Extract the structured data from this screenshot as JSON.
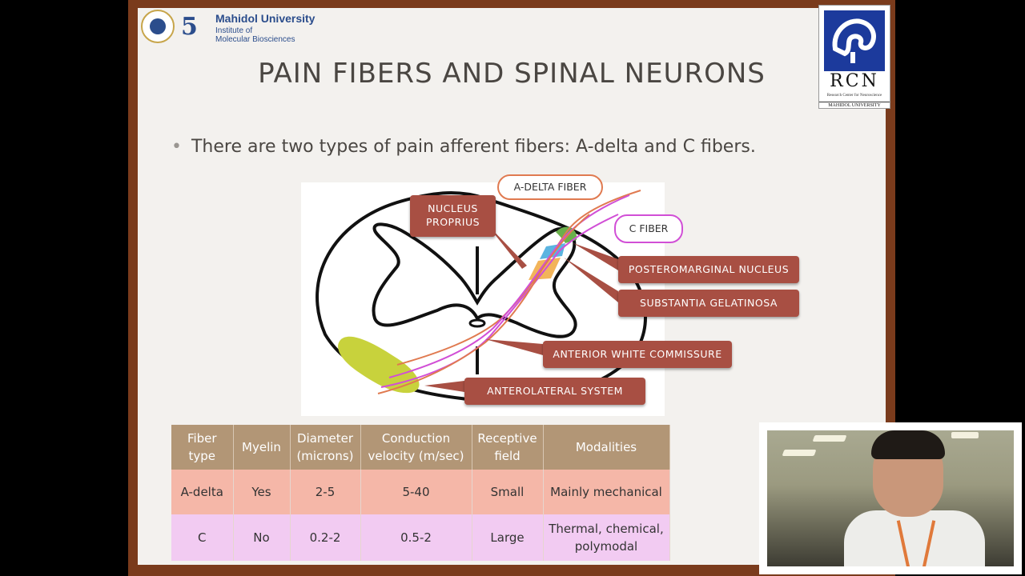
{
  "header": {
    "university_name": "Mahidol University",
    "institute_line1": "Institute of",
    "institute_line2": "Molecular Biosciences",
    "anniversary_number": "5",
    "rcn_text": "RCN",
    "rcn_subtitle": "Research Center for Neuroscience",
    "rcn_university": "MAHIDOL UNIVERSITY"
  },
  "slide": {
    "title": "PAIN FIBERS AND SPINAL NEURONS",
    "bullet": "There are two types of pain afferent fibers: A-delta and C fibers."
  },
  "diagram": {
    "labels": {
      "a_delta": "A-DELTA FIBER",
      "c_fiber": "C FIBER",
      "nucleus_proprius_1": "NUCLEUS",
      "nucleus_proprius_2": "PROPRIUS",
      "posteromarginal": "POSTEROMARGINAL NUCLEUS",
      "substantia": "SUBSTANTIA GELATINOSA",
      "anterior_commissure": "ANTERIOR WHITE COMMISSURE",
      "anterolateral": "ANTEROLATERAL SYSTEM"
    },
    "colors": {
      "a_delta": "#e07a50",
      "c_fiber": "#d14fd6",
      "label_bg": "#a84f43",
      "anterolateral_region": "#c8d23c",
      "posteromarginal_region": "#6ab04c",
      "gelatinosa_region": "#5bb4e0",
      "proprius_region": "#f2b45a"
    }
  },
  "table": {
    "headers": [
      [
        "Fiber",
        "type"
      ],
      [
        "Myelin",
        ""
      ],
      [
        "Diameter",
        "(microns)"
      ],
      [
        "Conduction",
        "velocity (m/sec)"
      ],
      [
        "Receptive",
        "field"
      ],
      [
        "Modalities",
        ""
      ]
    ],
    "rows": [
      [
        "A-delta",
        "Yes",
        "2-5",
        "5-40",
        "Small",
        "Mainly mechanical",
        ""
      ],
      [
        "C",
        "No",
        "0.2-2",
        "0.5-2",
        "Large",
        "Thermal, chemical,",
        "polymodal"
      ]
    ]
  }
}
